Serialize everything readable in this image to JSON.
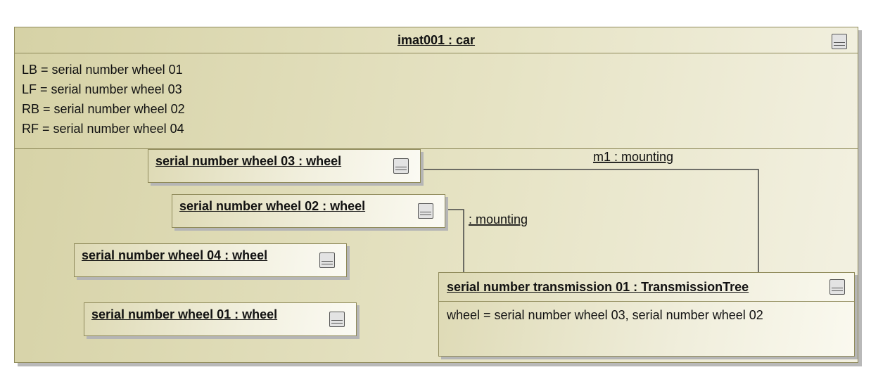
{
  "frame": {
    "title": "imat001 : car",
    "attributes": [
      "LB = serial number wheel 01",
      "LF = serial number wheel 03",
      "RB = serial number wheel 02",
      "RF = serial number wheel 04"
    ]
  },
  "instances": [
    {
      "name": "serial number wheel 03 : wheel"
    },
    {
      "name": "serial number wheel 02 : wheel"
    },
    {
      "name": "serial number wheel 04 : wheel"
    },
    {
      "name": "serial number wheel 01 : wheel"
    }
  ],
  "transmission": {
    "name": "serial number transmission 01 : TransmissionTree",
    "attribute": "wheel = serial number wheel 03, serial number wheel 02"
  },
  "links": [
    {
      "label": "m1 : mounting",
      "from": "serial number wheel 03 : wheel",
      "to": "serial number transmission 01 : TransmissionTree"
    },
    {
      "label": " : mounting",
      "from": "serial number wheel 02 : wheel",
      "to": "serial number transmission 01 : TransmissionTree"
    }
  ]
}
